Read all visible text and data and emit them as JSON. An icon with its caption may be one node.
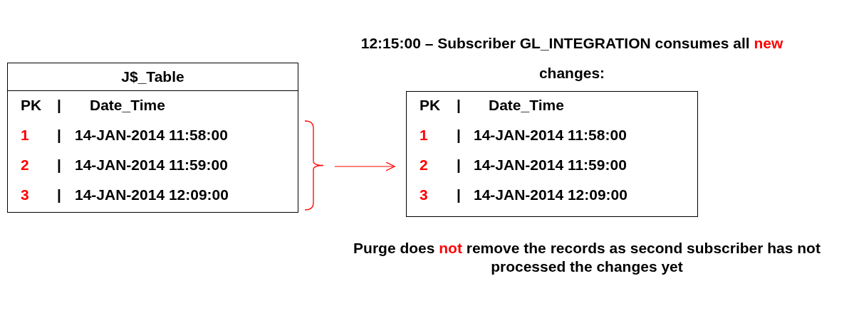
{
  "diagram": {
    "nodes": [
      {
        "text": [
          "J$_Table",
          "PK",
          "|",
          "Date_Time",
          "1",
          "|",
          "14-JAN-2014 11:58:00",
          "2",
          "|",
          "14-JAN-2014 11:59:00",
          "3",
          "|",
          "14-JAN-2014 12:09:00"
        ]
      },
      {
        "text": [],
        "shape": "bracket"
      },
      {
        "text": [
          "PK",
          "|",
          "Date_Time",
          "1",
          "|",
          "14-JAN-2014 11:58:00",
          "2",
          "|",
          "14-JAN-2014 11:59:00",
          "3",
          "|",
          "14-JAN-2014 12:09:00"
        ]
      }
    ],
    "edges": [
      {
        "from": 1,
        "to": 2,
        "arrow": "to",
        "color": "#ff0000"
      }
    ],
    "labels": [
      "12:15:00 – Subscriber GL_INTEGRATION consumes all *new* changes:",
      "Purge does *not* remove the records as second subscriber has not processed the changes yet"
    ]
  }
}
